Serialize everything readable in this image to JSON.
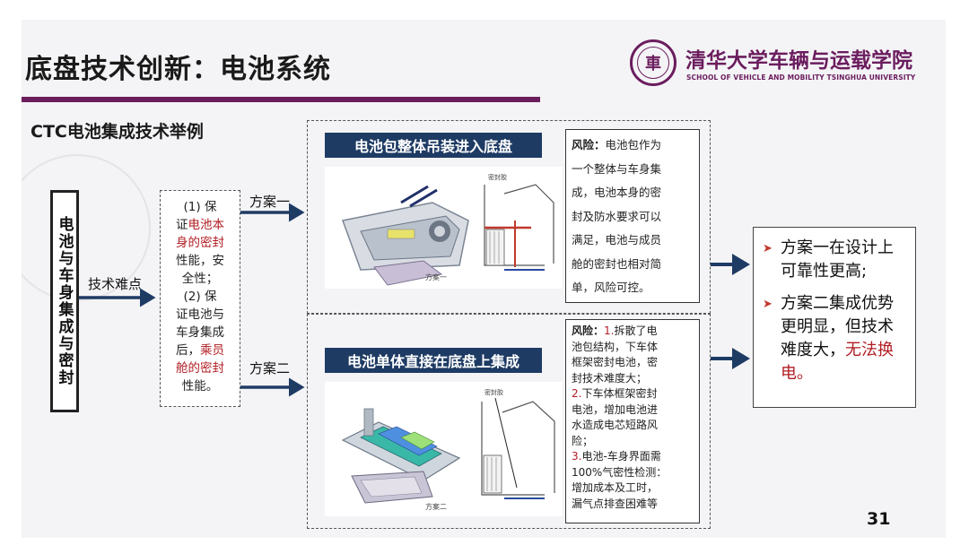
{
  "slide": {
    "title": "底盘技术创新：电池系统",
    "page_number": "31",
    "accent_color": "#6b1d5e",
    "header_color": "#1e3b64",
    "emphasis_color": "#b01c22"
  },
  "logo": {
    "seal_char": "車",
    "name_cn": "清华大学车辆与运载学院",
    "name_en": "SCHOOL OF VEHICLE AND MOBILITY TSINGHUA UNIVERSITY"
  },
  "subtitle": "CTC电池集成技术举例",
  "left_box": {
    "text": "电池与车身集成与密封"
  },
  "tech_difficulty_label": "技术难点",
  "difficulty": {
    "l1": "(1) 保",
    "l2a": "证",
    "l2b": "电池本",
    "l3": "身的密封",
    "l4": "性能，安",
    "l5": "全性；",
    "l6": "(2) 保",
    "l7": "证电池与",
    "l8": "车身集成",
    "l9a": "后，",
    "l9b": "乘员",
    "l10": "舱的密封",
    "l11": "性能。"
  },
  "plan1": {
    "label": "方案一",
    "header": "电池包整体吊装进入底盘",
    "caption": "方案一",
    "seal_label": "密封胶",
    "risk": {
      "title": "风险：",
      "lines": [
        "电池包作为",
        "一个整体与车身集",
        "成，电池本身的密",
        "封及防水要求可以",
        "满足，电池与成员",
        "舱的密封也相对简",
        "单，风险可控。"
      ]
    }
  },
  "plan2": {
    "label": "方案二",
    "header": "电池单体直接在底盘上集成",
    "caption": "方案二",
    "seal_label": "密封胶",
    "risk": {
      "title": "风险：",
      "p1": [
        "1.",
        "拆散了电",
        "池包结构，下车体",
        "框架密封电池，密",
        "封技术难度大；"
      ],
      "p2": [
        "2.",
        "下车体框架密封",
        "电池，增加电池进",
        "水造成电芯短路风",
        "险；"
      ],
      "p3": [
        "3.",
        "电池-车身界面需",
        "100%气密性检测：",
        "增加成本及工时，",
        "漏气点排查困难等"
      ]
    }
  },
  "conclusion": {
    "item1": "方案一在设计上可靠性更高;",
    "item2a": "方案二集成优势更明显，但技术难度大，",
    "item2b": "无法换电。"
  }
}
